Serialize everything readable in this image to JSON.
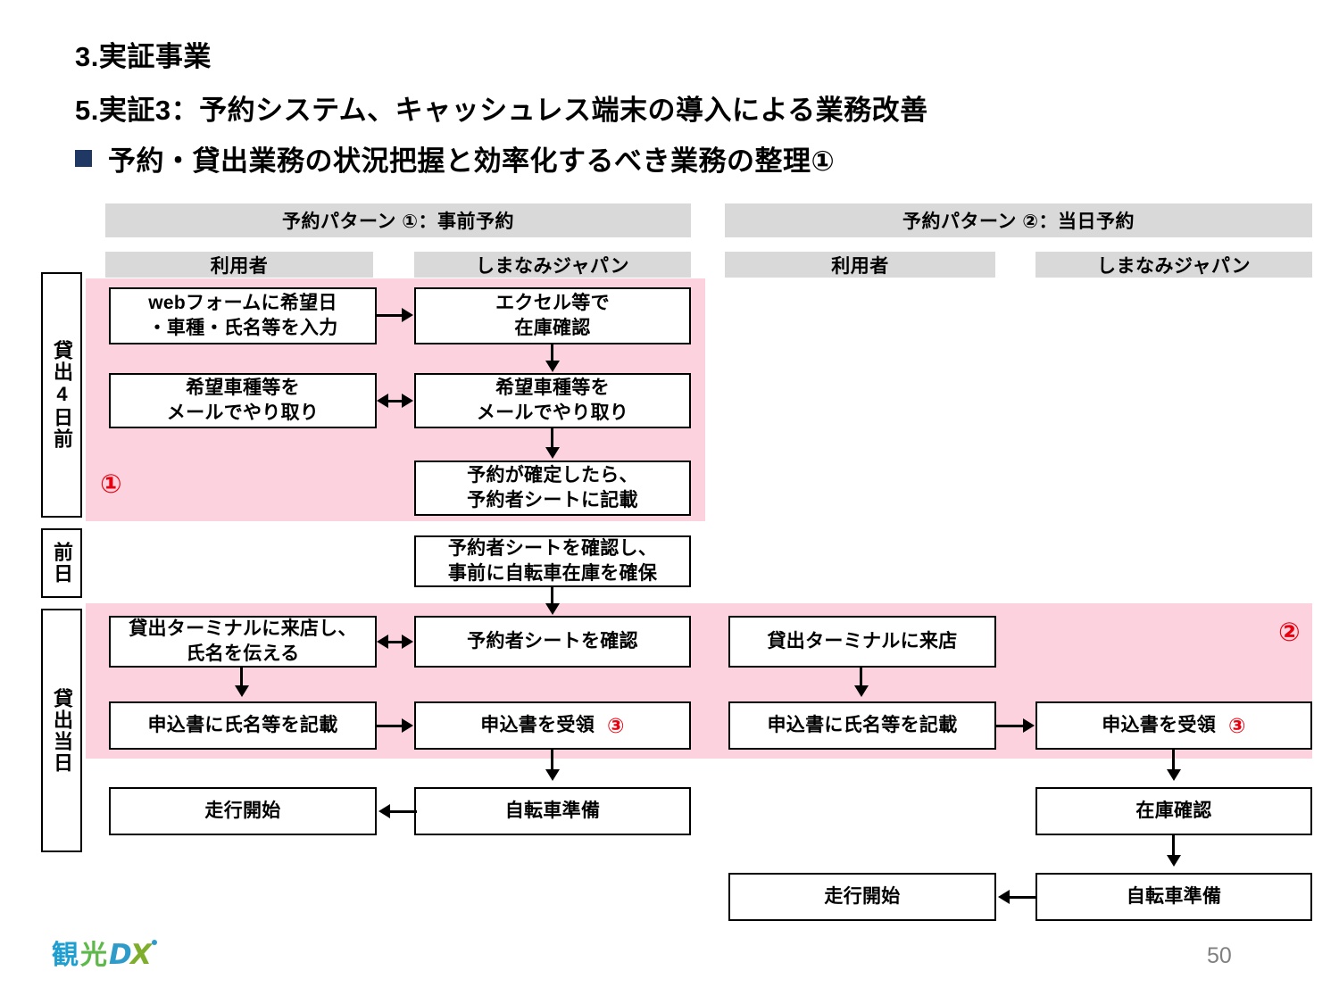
{
  "slide": {
    "title_line1": "3.実証事業",
    "title_line2": "5.実証3：予約システム、キャッシュレス端末の導入による業務改善",
    "title_line3": "予約・貸出業務の状況把握と効率化するべき業務の整理①",
    "page_number": "50",
    "logo_text": "観光DX",
    "accent_red": "#e8000f",
    "highlight_pink": "#fbd2dd",
    "header_gray": "#d9d9d9",
    "bullet_navy": "#1f3864"
  },
  "phases": [
    {
      "label": "貸出4日前"
    },
    {
      "label": "前日"
    },
    {
      "label": "貸出当日"
    }
  ],
  "patterns": [
    {
      "title": "予約パターン ①：事前予約",
      "columns": [
        "利用者",
        "しまなみジャパン"
      ],
      "floating_mark": "①"
    },
    {
      "title": "予約パターン ②：当日予約",
      "columns": [
        "利用者",
        "しまなみジャパン"
      ],
      "floating_mark": "②"
    }
  ],
  "pattern1_boxes": {
    "web_form": {
      "line1": "webフォームに希望日",
      "line2": "・車種・氏名等を入力"
    },
    "excel_stock": {
      "line1": "エクセル等で",
      "line2": "在庫確認"
    },
    "mail_user": {
      "line1": "希望車種等を",
      "line2": "メールでやり取り"
    },
    "mail_org": {
      "line1": "希望車種等を",
      "line2": "メールでやり取り"
    },
    "write_sheet": {
      "line1": "予約が確定したら、",
      "line2": "予約者シートに記載"
    },
    "secure_stock": {
      "line1": "予約者シートを確認し、",
      "line2": "事前に自転車在庫を確保"
    },
    "visit_terminal": {
      "line1": "貸出ターミナルに来店し、",
      "line2": "氏名を伝える"
    },
    "check_sheet": {
      "line1": "予約者シートを確認",
      "line2": ""
    },
    "fill_form": {
      "line1": "申込書に氏名等を記載",
      "line2": ""
    },
    "receive_form": {
      "line1": "申込書を受領",
      "line2": "",
      "mark": "③"
    },
    "prepare_bike": {
      "line1": "自転車準備",
      "line2": ""
    },
    "start_ride": {
      "line1": "走行開始",
      "line2": ""
    }
  },
  "pattern2_boxes": {
    "visit_terminal": {
      "line1": "貸出ターミナルに来店",
      "line2": ""
    },
    "fill_form": {
      "line1": "申込書に氏名等を記載",
      "line2": ""
    },
    "receive_form": {
      "line1": "申込書を受領",
      "line2": "",
      "mark": "③"
    },
    "check_stock": {
      "line1": "在庫確認",
      "line2": ""
    },
    "prepare_bike": {
      "line1": "自転車準備",
      "line2": ""
    },
    "start_ride": {
      "line1": "走行開始",
      "line2": ""
    }
  }
}
